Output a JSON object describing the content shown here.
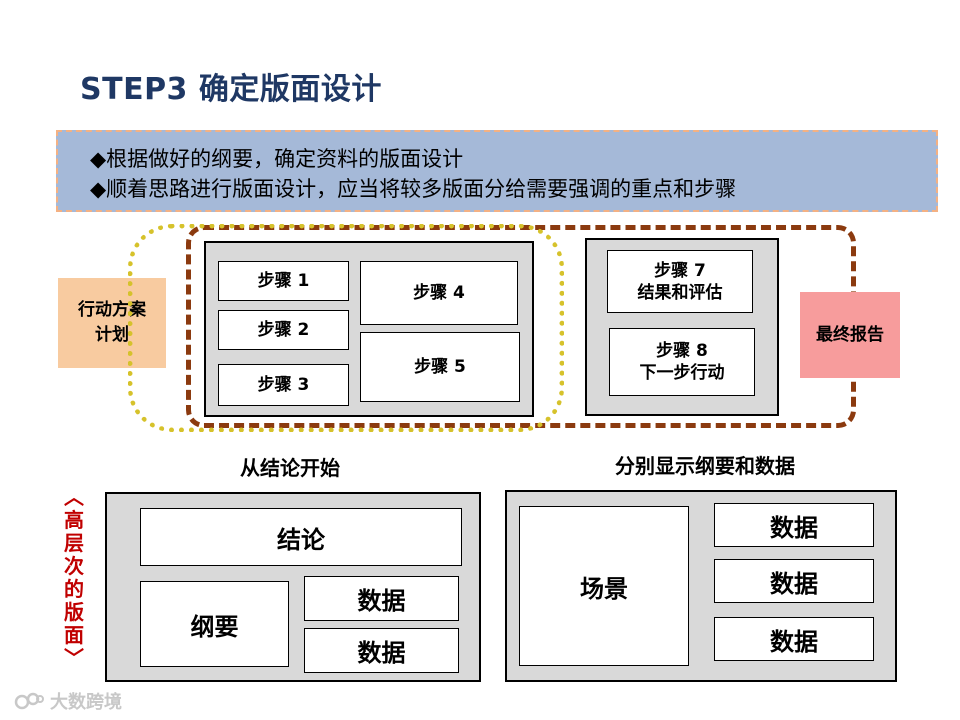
{
  "title": "STEP3  确定版面设计",
  "banner": {
    "line1": "◆根据做好的纲要，确定资料的版面设计",
    "line2": "◆顺着思路进行版面设计，应当将较多版面分给需要强调的重点和步骤"
  },
  "flow": {
    "start": "行动方案\n计划",
    "steps": [
      "步骤 1",
      "步骤 2",
      "步骤 3",
      "步骤 4",
      "步骤 5"
    ],
    "step7": "步骤 7\n结果和评估",
    "step8": "步骤 8\n下一步行动",
    "end": "最终报告"
  },
  "layouts": {
    "left_caption": "从结论开始",
    "right_caption": "分别显示纲要和数据",
    "conclusion": "结论",
    "outline": "纲要",
    "data": "数据",
    "scene": "场景"
  },
  "side_label": "〈高层次的版面〉",
  "watermark": "大数跨境",
  "colors": {
    "title": "#1F3864",
    "banner_bg": "#A5B9D8",
    "start_box": "#F8CBA0",
    "end_box": "#F79C9C",
    "side_label": "#C00000"
  }
}
